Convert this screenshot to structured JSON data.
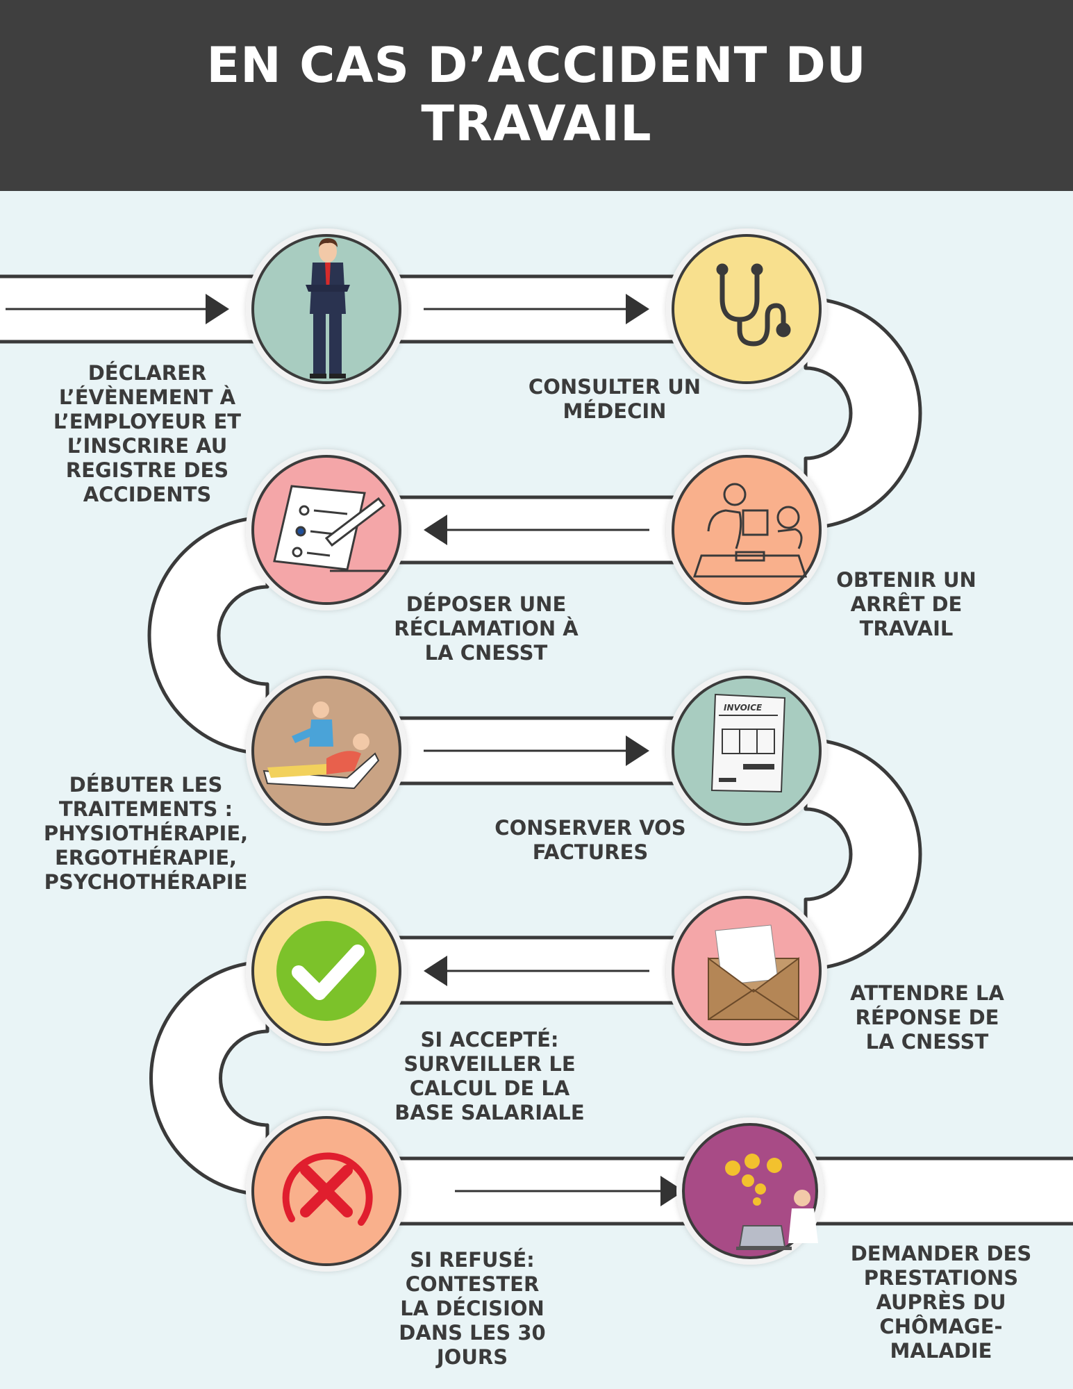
{
  "header": {
    "title_line1": "EN CAS D’ACCIDENT DU",
    "title_line2": "TRAVAIL",
    "background_color": "#3f3f3f"
  },
  "colors": {
    "background": "#e9f4f6",
    "path_fill": "#ffffff",
    "path_stroke": "#3a3a3a",
    "text": "#3b3b3b"
  },
  "steps": [
    {
      "label": "DÉCLARER L’ÉVÈNEMENT À L’EMPLOYEUR ET L’INSCRIRE AU REGISTRE DES ACCIDENTS",
      "icon": "businessman-icon",
      "color": "#a8ccc0"
    },
    {
      "label": "CONSULTER UN MÉDECIN",
      "icon": "stethoscope-icon",
      "color": "#f8e08e"
    },
    {
      "label": "OBTENIR UN ARRÊT DE TRAVAIL",
      "icon": "doctor-consultation-icon",
      "color": "#f9b08c"
    },
    {
      "label": "DÉPOSER UNE RÉCLAMATION À LA CNESST",
      "icon": "form-document-icon",
      "color": "#f4a6a8"
    },
    {
      "label": "DÉBUTER LES TRAITEMENTS : PHYSIOTHÉRAPIE, ERGOTHÉRAPIE, PSYCHOTHÉRAPIE",
      "icon": "physiotherapy-icon",
      "color": "#c9a384"
    },
    {
      "label": "CONSERVER VOS FACTURES",
      "icon": "invoice-icon",
      "color": "#a8ccc0",
      "icon_text": "INVOICE"
    },
    {
      "label": "ATTENDRE LA RÉPONSE DE LA CNESST",
      "icon": "envelope-icon",
      "color": "#f4a6a8"
    },
    {
      "label": "SI ACCEPTÉ: SURVEILLER LE CALCUL DE LA BASE SALARIALE",
      "icon": "checkmark-icon",
      "color": "#f8e08e"
    },
    {
      "label": "SI REFUSÉ: CONTESTER LA DÉCISION DANS LES 30 JOURS",
      "icon": "cross-icon",
      "color": "#f9b08c"
    },
    {
      "label": "DEMANDER DES PRESTATIONS AUPRÈS DU CHÔMAGE-MALADIE",
      "icon": "money-laptop-icon",
      "color": "#a84c86"
    }
  ]
}
